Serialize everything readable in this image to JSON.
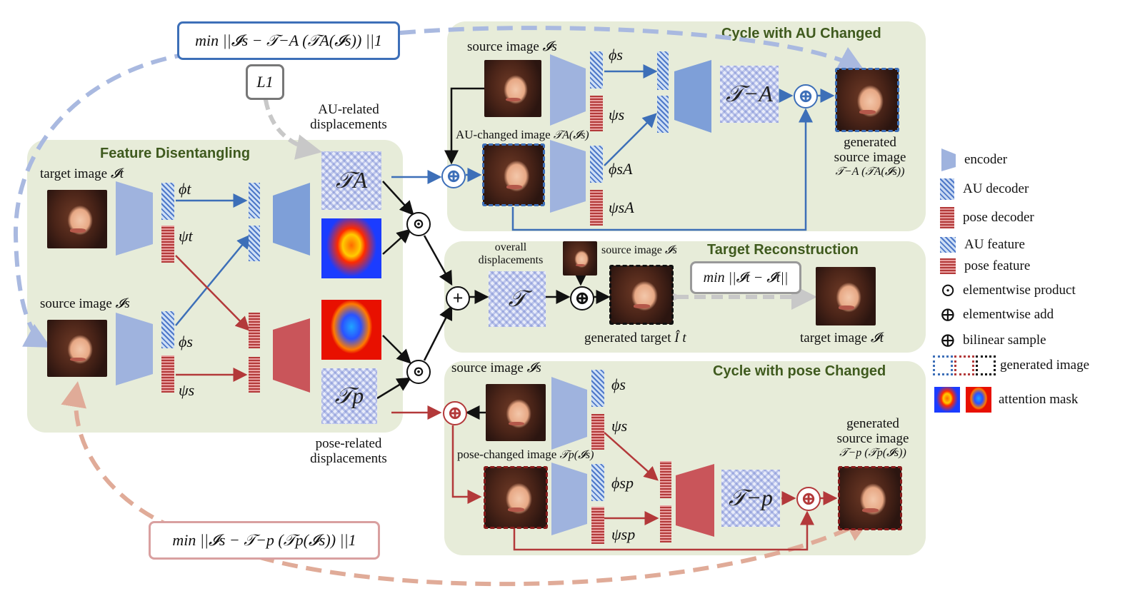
{
  "panels": {
    "feature": "Feature Disentangling",
    "cycle_au": "Cycle with AU Changed",
    "target": "Target  Reconstruction",
    "cycle_pose": "Cycle with pose Changed"
  },
  "labels": {
    "target_image": "target image",
    "target_image_sym": "𝓘t",
    "source_image": "source image",
    "source_image_sym": "𝓘s",
    "au_related": "AU-related",
    "displacements": "displacements",
    "pose_related": "pose-related",
    "au_changed_image": "AU-changed image",
    "au_changed_sym": "𝒯A(𝓘s)",
    "pose_changed_image": "pose-changed image",
    "pose_changed_sym": "𝒯p(𝓘s)",
    "overall": "overall",
    "generated": "generated",
    "source_image_word": "source image",
    "gen_src_au_sym": "𝒯−A (𝒯A(𝓘s))",
    "gen_src_pose_sym": "𝒯−p (𝒯p(𝓘s))",
    "generated_target": "generated target",
    "generated_target_sym": "Î t",
    "target_image_right": "target image",
    "target_image_right_sym": "𝓘t"
  },
  "symbols": {
    "phi_t": "ϕt",
    "psi_t": "ψt",
    "phi_s": "ϕs",
    "psi_s": "ψs",
    "phi_sA": "ϕsA",
    "psi_sA": "ψsA",
    "phi_sp": "ϕsp",
    "psi_sp": "ψsp",
    "T_A": "𝒯A",
    "T_p": "𝒯p",
    "T": "𝒯",
    "T_negA": "𝒯−A",
    "T_negp": "𝒯−p"
  },
  "losses": {
    "au": "min ||𝓘s − 𝒯−A (𝒯A(𝓘s)) ||1",
    "l1": "L1",
    "target": "min ||𝓘t − 𝓘̂t||",
    "pose": "min ||𝓘s − 𝒯−p (𝒯p(𝓘s)) ||1"
  },
  "legend": {
    "encoder": "encoder",
    "au_decoder": "AU decoder",
    "pose_decoder": "pose decoder",
    "au_feature": "AU feature",
    "pose_feature": "pose feature",
    "elem_product": "elementwise product",
    "elem_add": "elementwise add",
    "bilinear": "bilinear sample",
    "generated_image": "generated image",
    "attention_mask": "attention mask"
  },
  "colors": {
    "au_blue": "#3d6fb8",
    "pose_red": "#b3393a",
    "panel": "#e7ecd9",
    "title_green": "#3f5a1e"
  }
}
